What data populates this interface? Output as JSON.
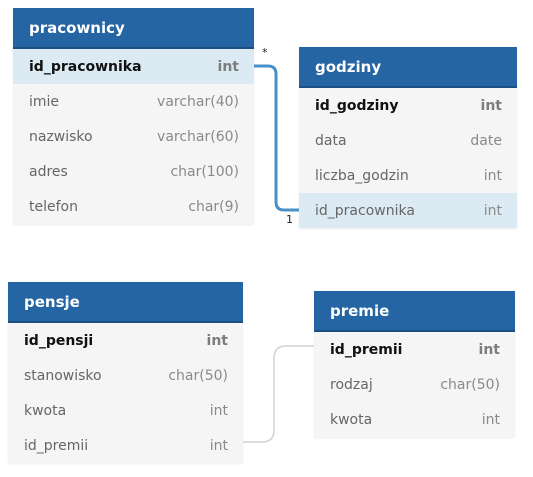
{
  "colors": {
    "header": "#2565a3",
    "highlight": "#dbeaf3",
    "active_edge": "#4a90c8",
    "edge": "#d2d2d2"
  },
  "tables": [
    {
      "name": "pracownicy",
      "fields": [
        {
          "name": "id_pracownika",
          "type": "int",
          "pk": true,
          "highlight": true
        },
        {
          "name": "imie",
          "type": "varchar(40)"
        },
        {
          "name": "nazwisko",
          "type": "varchar(60)"
        },
        {
          "name": "adres",
          "type": "char(100)"
        },
        {
          "name": "telefon",
          "type": "char(9)"
        }
      ]
    },
    {
      "name": "godziny",
      "fields": [
        {
          "name": "id_godziny",
          "type": "int",
          "pk": true
        },
        {
          "name": "data",
          "type": "date"
        },
        {
          "name": "liczba_godzin",
          "type": "int"
        },
        {
          "name": "id_pracownika",
          "type": "int",
          "highlight": true
        }
      ]
    },
    {
      "name": "pensje",
      "fields": [
        {
          "name": "id_pensji",
          "type": "int",
          "pk": true
        },
        {
          "name": "stanowisko",
          "type": "char(50)"
        },
        {
          "name": "kwota",
          "type": "int"
        },
        {
          "name": "id_premii",
          "type": "int"
        }
      ]
    },
    {
      "name": "premie",
      "fields": [
        {
          "name": "id_premii",
          "type": "int",
          "pk": true
        },
        {
          "name": "rodzaj",
          "type": "char(50)"
        },
        {
          "name": "kwota",
          "type": "int"
        }
      ]
    }
  ],
  "relations": [
    {
      "from": "pracownicy.id_pracownika",
      "to": "godziny.id_pracownika",
      "from_card": "*",
      "to_card": "1",
      "active": true
    },
    {
      "from": "pensje.id_premii",
      "to": "premie.id_premii",
      "active": false
    }
  ]
}
